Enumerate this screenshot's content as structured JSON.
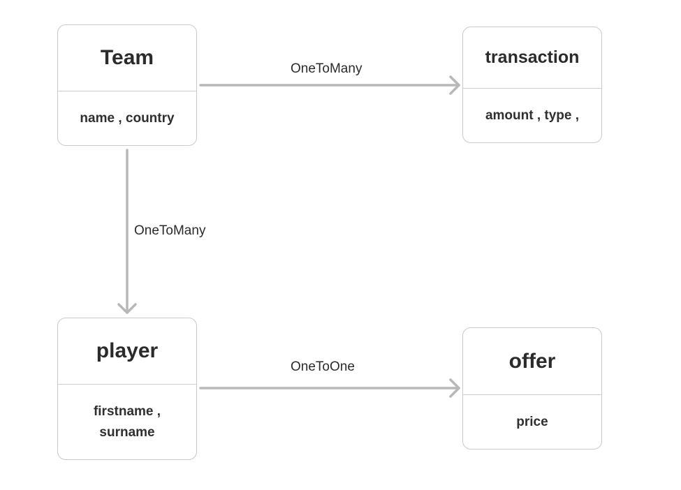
{
  "entities": {
    "team": {
      "name": "Team",
      "attributes": "name , country"
    },
    "transaction": {
      "name": "transaction",
      "attributes": "amount , type ,"
    },
    "player": {
      "name": "player",
      "attributes_line1": "firstname ,",
      "attributes_line2": "surname"
    },
    "offer": {
      "name": "offer",
      "attributes": "price"
    }
  },
  "relations": {
    "team_transaction": "OneToMany",
    "team_player": "OneToMany",
    "player_offer": "OneToOne"
  },
  "colors": {
    "connector": "#b8b8b8",
    "box_border": "#c9c9c9",
    "text": "#2b2b2b"
  }
}
